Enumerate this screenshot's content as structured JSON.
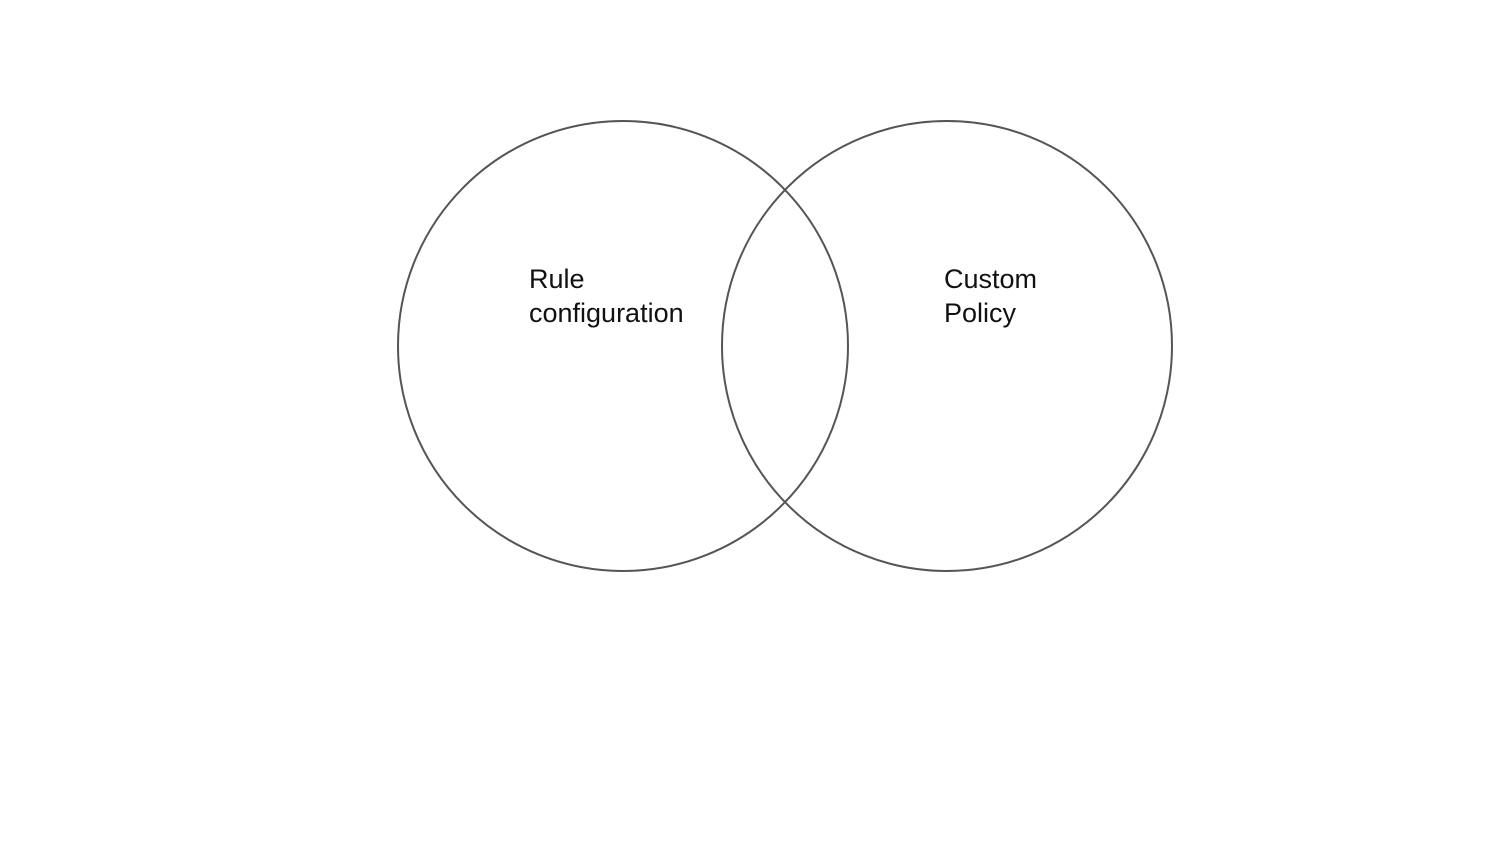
{
  "diagram": {
    "type": "venn",
    "stroke_color": "#555555",
    "sets": [
      {
        "id": "left",
        "label": "Rule\nconfiguration"
      },
      {
        "id": "right",
        "label": "Custom\nPolicy"
      }
    ]
  }
}
